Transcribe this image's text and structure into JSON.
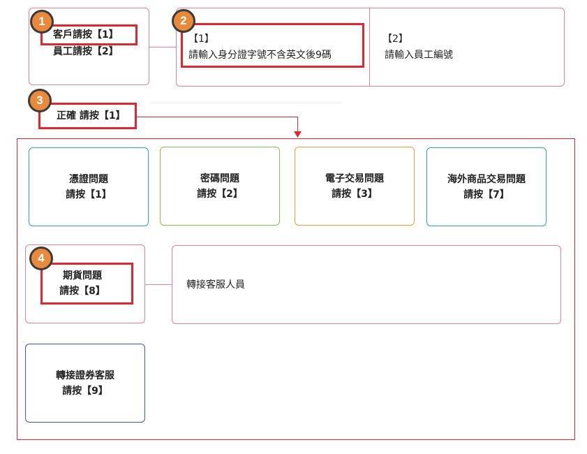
{
  "step1": {
    "badge": "1",
    "line1": "客戶請按【1】",
    "line2": "員工請按【2】"
  },
  "step2": {
    "badge": "2",
    "opt1_key": "【1】",
    "opt1_text": "請輸入身分證字號不含英文後9碼",
    "opt2_key": "【2】",
    "opt2_text": "請輸入員工編號"
  },
  "step3": {
    "badge": "3",
    "text": "正確 請按【1】"
  },
  "categories": [
    {
      "title": "憑證問題",
      "key": "請按【1】",
      "color": "#2aa7bf"
    },
    {
      "title": "密碼問題",
      "key": "請按【2】",
      "color": "#8cbf4a"
    },
    {
      "title": "電子交易問題",
      "key": "請按【3】",
      "color": "#e8a13a"
    },
    {
      "title": "海外商品交易問題",
      "key": "請按【7】",
      "color": "#2aa7a0"
    }
  ],
  "step4": {
    "badge": "4",
    "title": "期貨問題",
    "key": "請按【8】",
    "transfer": "轉接客服人員"
  },
  "securities": {
    "title": "轉接證券客服",
    "key": "請按【9】",
    "color": "#3a5aa8"
  }
}
